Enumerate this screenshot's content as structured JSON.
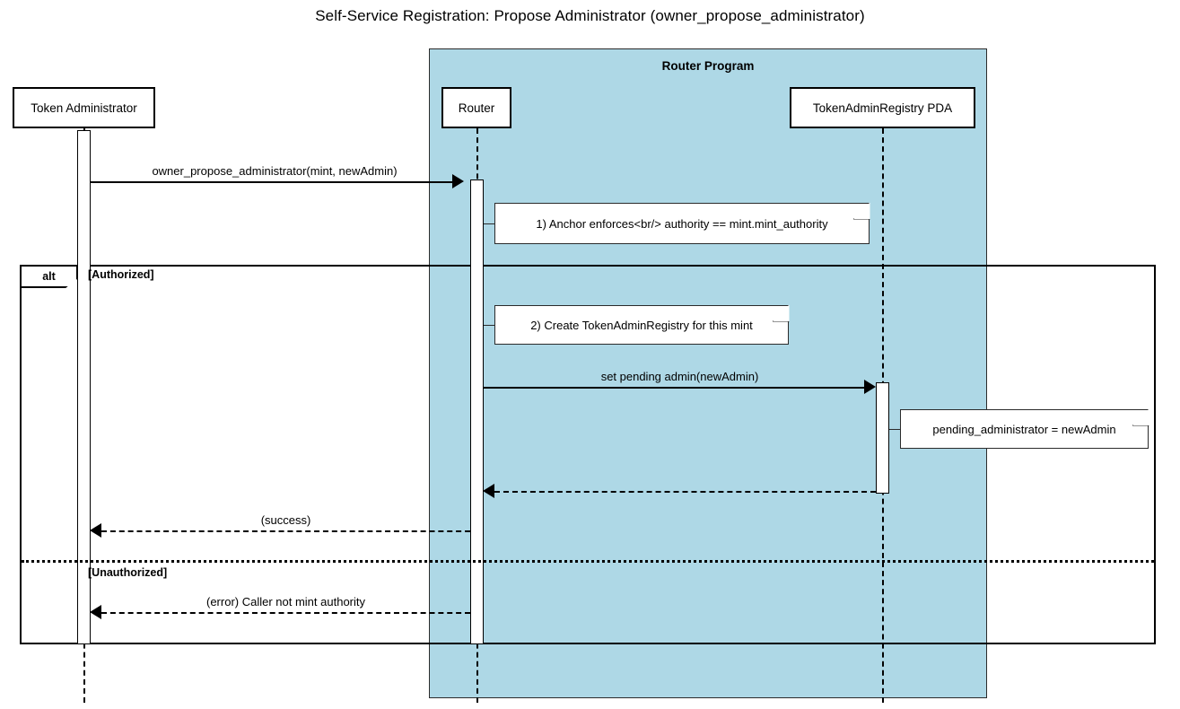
{
  "title": "Self-Service Registration: Propose Administrator (owner_propose_administrator)",
  "colors": {
    "group_fill": "#aed8e6",
    "stroke": "#000000",
    "note_fill": "#ffffff",
    "background": "#ffffff"
  },
  "group": {
    "label": "Router Program"
  },
  "participants": [
    {
      "id": "token-administrator",
      "label": "Token Administrator"
    },
    {
      "id": "router",
      "label": "Router"
    },
    {
      "id": "token-admin-registry-pda",
      "label": "TokenAdminRegistry PDA"
    }
  ],
  "messages": [
    {
      "id": "owner-propose-administrator",
      "label": "owner_propose_administrator(mint, newAdmin)",
      "from": "token-administrator",
      "to": "router",
      "style": "solid",
      "direction": "right"
    },
    {
      "id": "set-pending-admin",
      "label": "set pending admin(newAdmin)",
      "from": "router",
      "to": "token-admin-registry-pda",
      "style": "solid",
      "direction": "right"
    },
    {
      "id": "pda-return",
      "label": "",
      "from": "token-admin-registry-pda",
      "to": "router",
      "style": "dashed",
      "direction": "left"
    },
    {
      "id": "success-return",
      "label": "(success)",
      "from": "router",
      "to": "token-administrator",
      "style": "dashed",
      "direction": "left"
    },
    {
      "id": "error-return",
      "label": "(error) Caller not mint authority",
      "from": "router",
      "to": "token-administrator",
      "style": "dashed",
      "direction": "left"
    }
  ],
  "notes": [
    {
      "id": "note-anchor-enforces",
      "text": "1) Anchor enforces<br/> authority == mint.mint_authority"
    },
    {
      "id": "note-create-registry",
      "text": "2) Create TokenAdminRegistry for this mint"
    },
    {
      "id": "note-pending-administrator",
      "text": "pending_administrator = newAdmin"
    }
  ],
  "fragment": {
    "operator": "alt",
    "branches": [
      {
        "guard": "[Authorized]"
      },
      {
        "guard": "[Unauthorized]"
      }
    ]
  }
}
